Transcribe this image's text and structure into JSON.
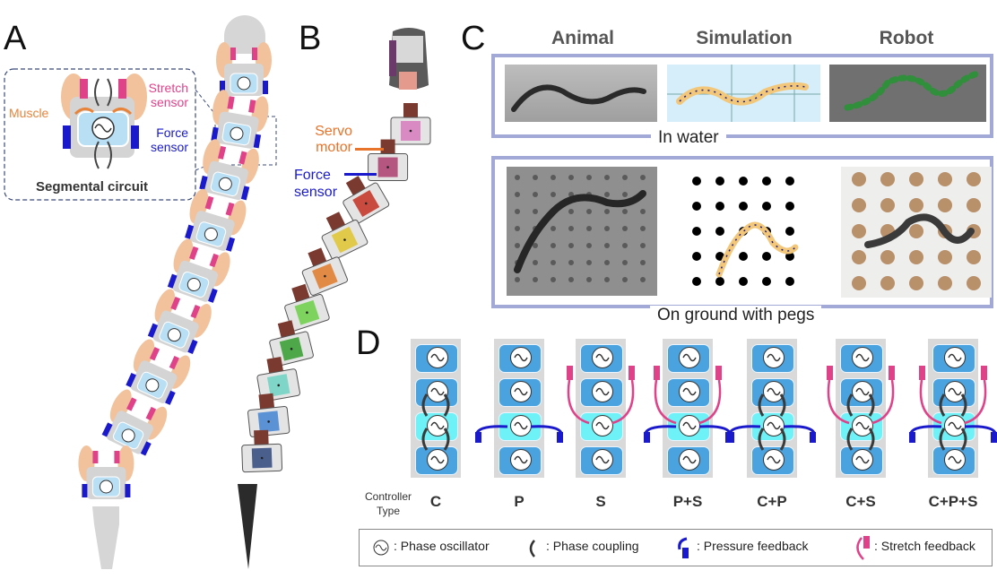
{
  "panels": {
    "a": {
      "letter": "A",
      "inset": {
        "title": "Segmental circuit",
        "labels": {
          "muscle": "Muscle",
          "stretch_sensor": "Stretch sensor",
          "force_sensor": "Force sensor"
        }
      },
      "segment_count": 9
    },
    "b": {
      "letter": "B",
      "labels": {
        "servo_motor": "Servo motor",
        "force_sensor": "Force sensor"
      },
      "module_colors": [
        "#d98ac2",
        "#b4567f",
        "#c94b3f",
        "#e1c94a",
        "#e08a46",
        "#7ed35f",
        "#4ea84a",
        "#7fd6c8",
        "#5b92d6",
        "#4a5f8c"
      ]
    },
    "c": {
      "letter": "C",
      "columns": [
        "Animal",
        "Simulation",
        "Robot"
      ],
      "rows": [
        {
          "caption": "In water"
        },
        {
          "caption": "On ground with pegs"
        }
      ]
    },
    "d": {
      "letter": "D",
      "row_label": "Controller Type",
      "controllers": [
        {
          "label": "C",
          "coupling": true,
          "pressure": false,
          "stretch": false
        },
        {
          "label": "P",
          "coupling": false,
          "pressure": true,
          "stretch": false
        },
        {
          "label": "S",
          "coupling": false,
          "pressure": false,
          "stretch": true
        },
        {
          "label": "P+S",
          "coupling": false,
          "pressure": true,
          "stretch": true
        },
        {
          "label": "C+P",
          "coupling": true,
          "pressure": true,
          "stretch": false
        },
        {
          "label": "C+S",
          "coupling": true,
          "pressure": false,
          "stretch": true
        },
        {
          "label": "C+P+S",
          "coupling": true,
          "pressure": true,
          "stretch": true
        }
      ],
      "legend": [
        {
          "icon": "phase-oscillator-icon",
          "text": ": Phase oscillator"
        },
        {
          "icon": "phase-coupling-icon",
          "text": ": Phase coupling"
        },
        {
          "icon": "pressure-feedback-icon",
          "text": ": Pressure feedback"
        },
        {
          "icon": "stretch-feedback-icon",
          "text": ": Stretch feedback"
        }
      ]
    }
  },
  "colors": {
    "muscle": "#f2c29c",
    "muscle_label": "#e8833a",
    "stretch": "#e0428a",
    "force": "#1a1acc",
    "oscillator": "#4aa3df",
    "oscillator_active": "#6ff2f7",
    "frame": "#a3a9d6",
    "coupling": "#3a3a3a"
  }
}
